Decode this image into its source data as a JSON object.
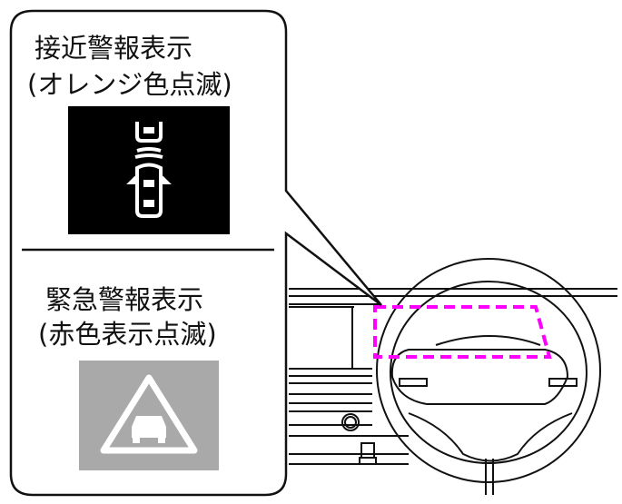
{
  "approach_warning": {
    "title": "接近警報表示",
    "subtitle": "(オレンジ色点滅)"
  },
  "emergency_warning": {
    "title": "緊急警報表示",
    "subtitle": "(赤色表示点滅)"
  },
  "colors": {
    "highlight": "#ff00ff",
    "approach_bg": "#000000",
    "emergency_bg": "#a9a9a9"
  }
}
